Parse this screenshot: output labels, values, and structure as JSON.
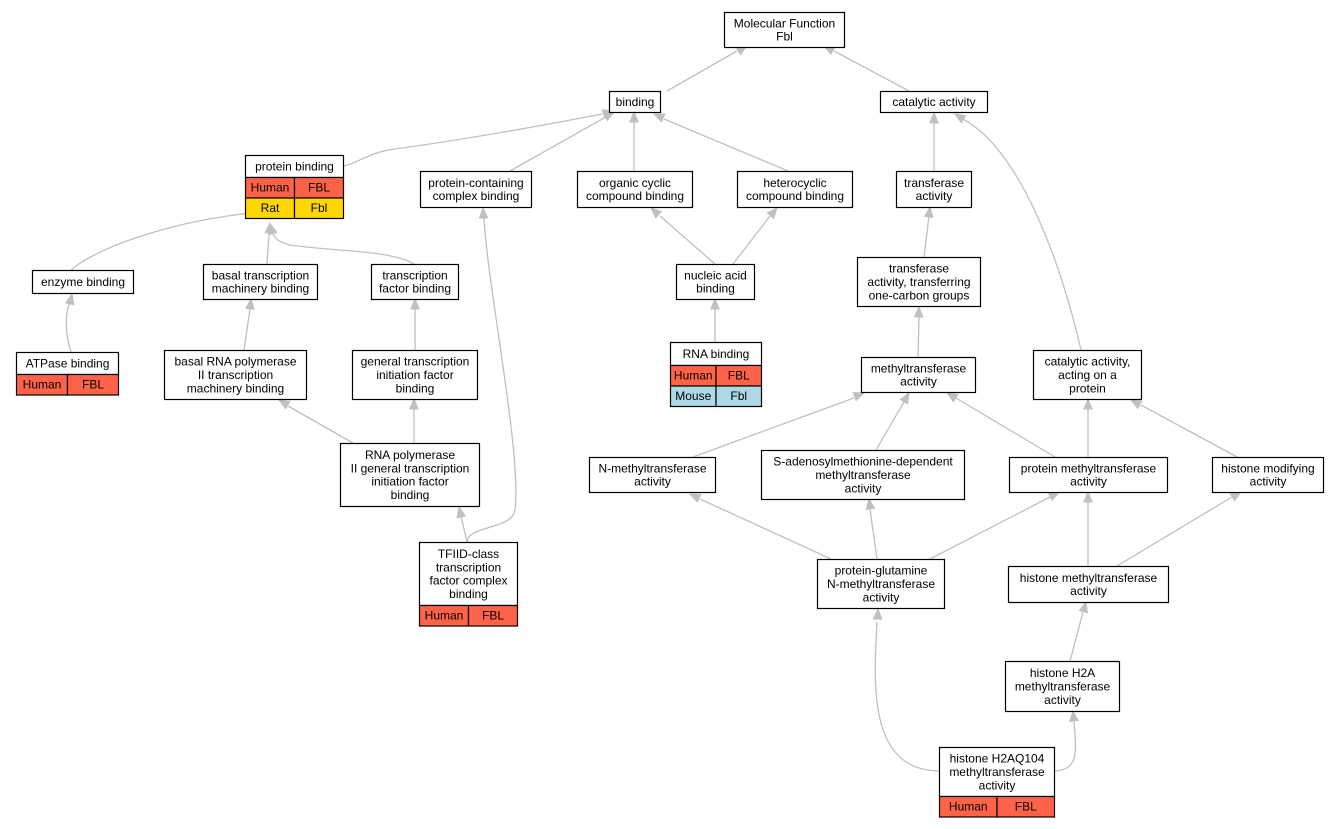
{
  "colors": {
    "human": "#ff6347",
    "rat": "#ffd700",
    "mouse": "#add8e6",
    "edge": "#c0c0c0"
  },
  "nodes": [
    {
      "id": "mf",
      "lines": [
        "Molecular Function",
        "Fbl"
      ]
    },
    {
      "id": "binding",
      "lines": [
        "binding"
      ]
    },
    {
      "id": "catalytic",
      "lines": [
        "catalytic activity"
      ]
    },
    {
      "id": "protein_binding",
      "lines": [
        "protein binding"
      ],
      "annotations": [
        {
          "species": "Human",
          "gene": "FBL",
          "color": "human"
        },
        {
          "species": "Rat",
          "gene": "Fbl",
          "color": "rat"
        }
      ]
    },
    {
      "id": "pc_complex",
      "lines": [
        "protein-containing",
        "complex binding"
      ]
    },
    {
      "id": "organic",
      "lines": [
        "organic cyclic",
        "compound binding"
      ]
    },
    {
      "id": "heterocyclic",
      "lines": [
        "heterocyclic",
        "compound binding"
      ]
    },
    {
      "id": "transferase",
      "lines": [
        "transferase",
        "activity"
      ]
    },
    {
      "id": "enzyme_binding",
      "lines": [
        "enzyme binding"
      ]
    },
    {
      "id": "basal_machinery",
      "lines": [
        "basal transcription",
        "machinery binding"
      ]
    },
    {
      "id": "tf_binding",
      "lines": [
        "transcription",
        "factor binding"
      ]
    },
    {
      "id": "nucleic",
      "lines": [
        "nucleic acid",
        "binding"
      ]
    },
    {
      "id": "transferase_one_carbon",
      "lines": [
        "transferase",
        "activity, transferring",
        "one-carbon groups"
      ]
    },
    {
      "id": "atpase",
      "lines": [
        "ATPase binding"
      ],
      "annotations": [
        {
          "species": "Human",
          "gene": "FBL",
          "color": "human"
        }
      ]
    },
    {
      "id": "basal_rna_pol",
      "lines": [
        "basal RNA polymerase",
        "II transcription",
        "machinery binding"
      ]
    },
    {
      "id": "gen_tf_init",
      "lines": [
        "general transcription",
        "initiation factor",
        "binding"
      ]
    },
    {
      "id": "rna_binding",
      "lines": [
        "RNA binding"
      ],
      "annotations": [
        {
          "species": "Human",
          "gene": "FBL",
          "color": "human"
        },
        {
          "species": "Mouse",
          "gene": "Fbl",
          "color": "mouse"
        }
      ]
    },
    {
      "id": "methyltransferase",
      "lines": [
        "methyltransferase",
        "activity"
      ]
    },
    {
      "id": "cat_protein",
      "lines": [
        "catalytic activity,",
        "acting on a",
        "protein"
      ]
    },
    {
      "id": "rna_pol_ii_gtif",
      "lines": [
        "RNA polymerase",
        "II general transcription",
        "initiation factor",
        "binding"
      ]
    },
    {
      "id": "n_methyl",
      "lines": [
        "N-methyltransferase",
        "activity"
      ]
    },
    {
      "id": "sam_methyl",
      "lines": [
        "S-adenosylmethionine-dependent",
        "methyltransferase",
        "activity"
      ]
    },
    {
      "id": "protein_methyl",
      "lines": [
        "protein methyltransferase",
        "activity"
      ]
    },
    {
      "id": "histone_mod",
      "lines": [
        "histone modifying",
        "activity"
      ]
    },
    {
      "id": "tfiid",
      "lines": [
        "TFIID-class",
        "transcription",
        "factor complex",
        "binding"
      ],
      "annotations": [
        {
          "species": "Human",
          "gene": "FBL",
          "color": "human"
        }
      ]
    },
    {
      "id": "pq_methyl",
      "lines": [
        "protein-glutamine",
        "N-methyltransferase",
        "activity"
      ]
    },
    {
      "id": "histone_methyl",
      "lines": [
        "histone methyltransferase",
        "activity"
      ]
    },
    {
      "id": "h2a_methyl",
      "lines": [
        "histone H2A",
        "methyltransferase",
        "activity"
      ]
    },
    {
      "id": "h2aq104",
      "lines": [
        "histone H2AQ104",
        "methyltransferase",
        "activity"
      ],
      "annotations": [
        {
          "species": "Human",
          "gene": "FBL",
          "color": "human"
        }
      ]
    }
  ]
}
